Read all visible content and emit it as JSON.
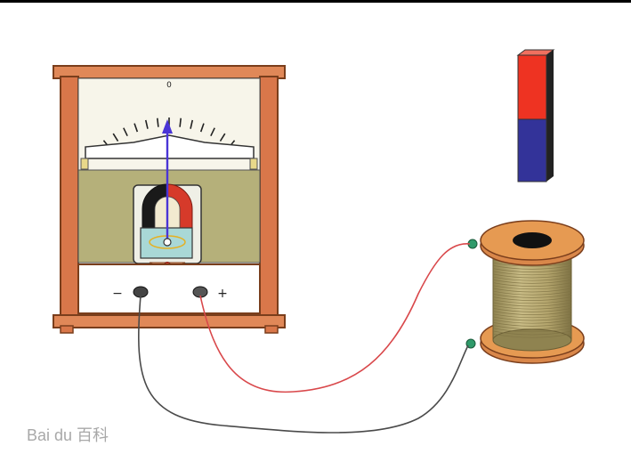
{
  "galvanometer": {
    "zero_label": "0",
    "minus_label": "−",
    "plus_label": "+",
    "frame_color": "#d9774a",
    "panel_color": "#b5b07a",
    "needle_color": "#4a35d6",
    "needle_deflection": 0
  },
  "magnet": {
    "north_color": "#ee3322",
    "south_color": "#333399"
  },
  "coil": {
    "spool_color": "#e69a52",
    "winding_color": "#b0a36e"
  },
  "wires": {
    "positive_color": "#d9484b",
    "negative_color": "#4a4a4a"
  },
  "watermark": {
    "text": "Bai du 百科"
  }
}
